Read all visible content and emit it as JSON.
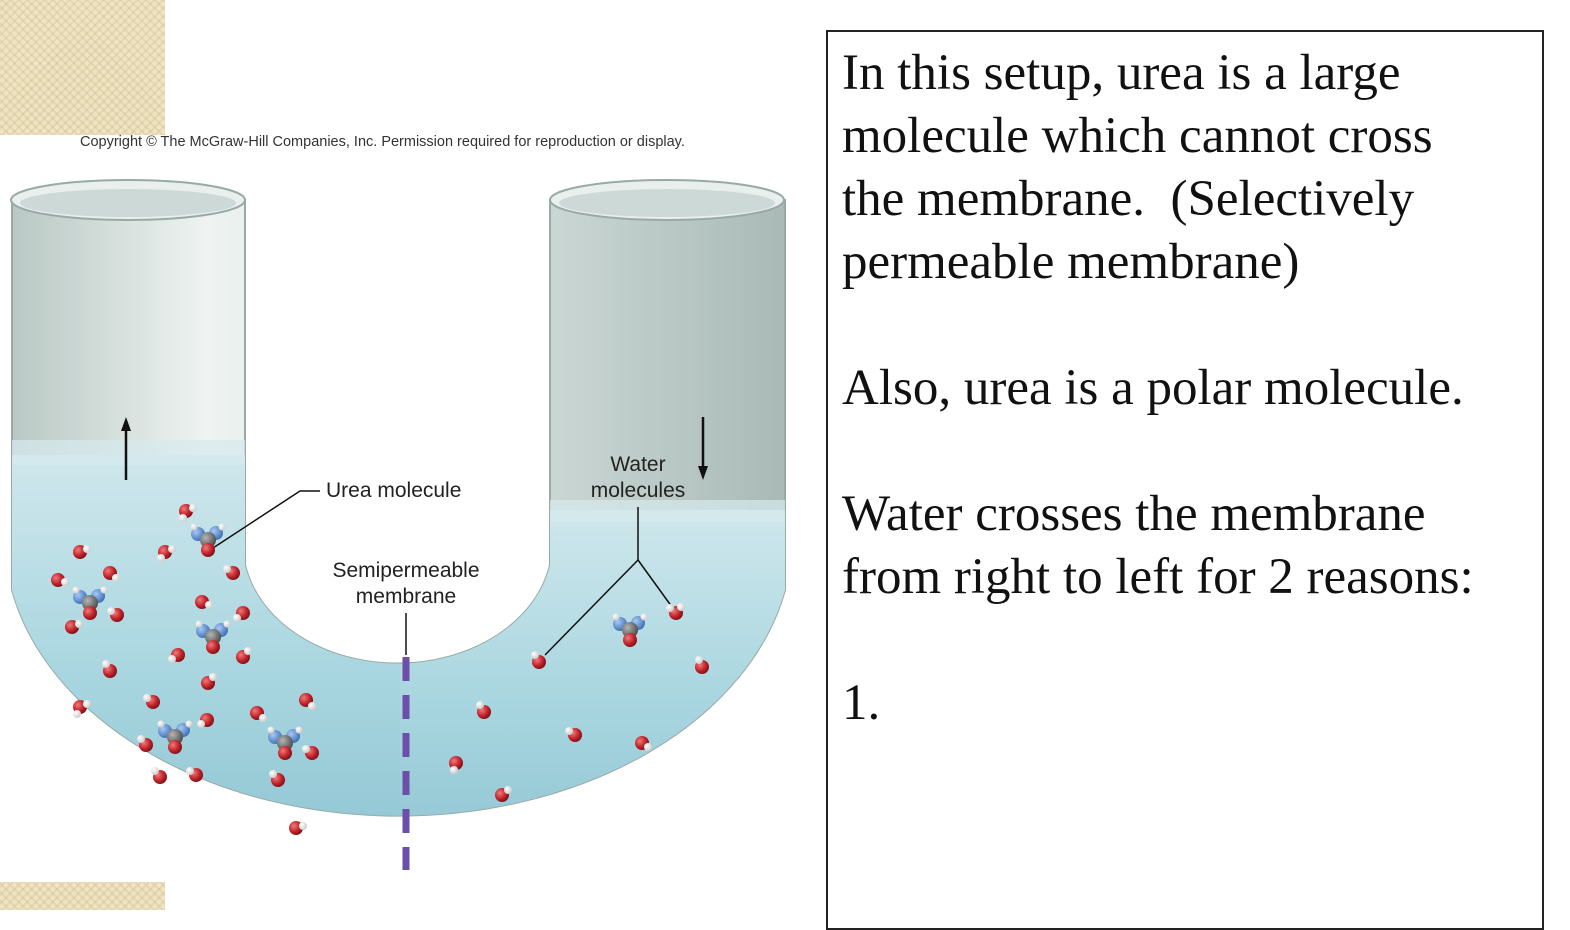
{
  "figure": {
    "copyright": "Copyright © The McGraw-Hill Companies, Inc. Permission required for reproduction or display.",
    "labels": {
      "urea_molecule": "Urea molecule",
      "water_molecules_line1": "Water",
      "water_molecules_line2": "molecules",
      "membrane_line1": "Semipermeable",
      "membrane_line2": "membrane"
    }
  },
  "text_box": {
    "para1_line1": "In this setup, urea is a large",
    "para1_line2": "molecule which cannot cross",
    "para1_line3": "the membrane.  (Selectively",
    "para1_line4": "permeable membrane)",
    "para2": "Also, urea is a polar molecule.",
    "para3_line1": "Water crosses the membrane",
    "para3_line2": "from right to left for 2 reasons:",
    "para4": "1."
  },
  "colors": {
    "water_fill": "#a9d6e0",
    "tube_glass": "#d8e3e0",
    "oxygen": "#c0232b",
    "hydrogen": "#f2f2f2",
    "nitrogen": "#5b8fd6",
    "carbon": "#6d6d6d",
    "membrane": "#6b4fa8"
  }
}
